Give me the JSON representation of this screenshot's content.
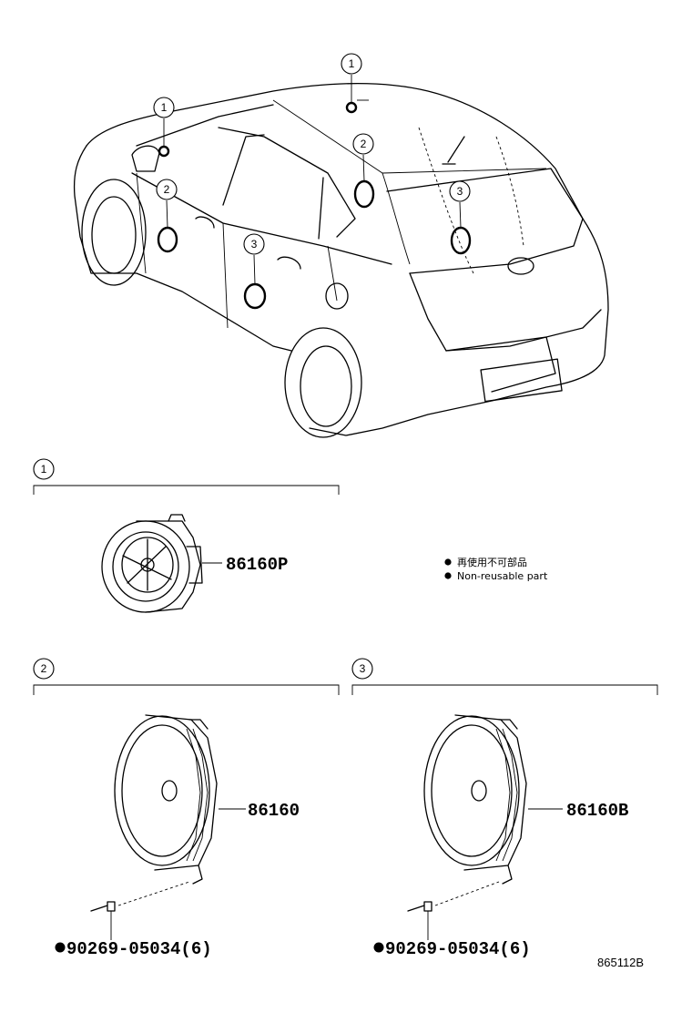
{
  "callouts": {
    "one": "1",
    "two": "2",
    "three": "3"
  },
  "parts": {
    "tweeter": "86160P",
    "front_speaker": "86160",
    "rear_speaker": "86160B",
    "screw_front": "90269-05034(6)",
    "screw_rear": "90269-05034(6)"
  },
  "legend": {
    "japanese": "再使用不可部品",
    "english": "Non-reusable part"
  },
  "diagram_code": "865112B"
}
